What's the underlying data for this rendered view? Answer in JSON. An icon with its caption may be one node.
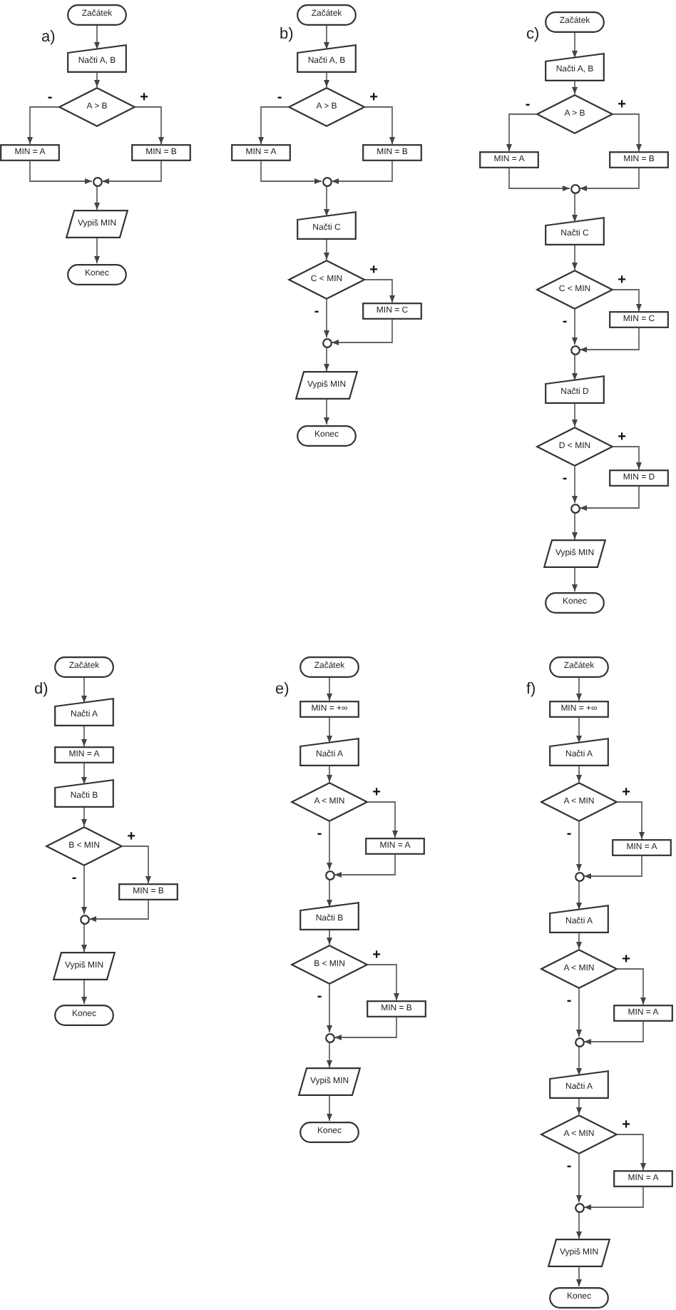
{
  "diagram": {
    "nodes": [
      {
        "text": [
          "Začátek"
        ]
      },
      {
        "text": [
          "Načti A, B"
        ]
      },
      {
        "text": [
          "A > B"
        ]
      },
      {
        "text": [
          "MIN = A"
        ]
      },
      {
        "text": [
          "MIN = B"
        ]
      },
      {
        "text": [],
        "shape": "circle"
      },
      {
        "text": [
          "Vypiš MIN"
        ]
      },
      {
        "text": [
          "Konec"
        ]
      },
      {
        "text": [
          "Začátek"
        ]
      },
      {
        "text": [
          "Načti A, B"
        ]
      },
      {
        "text": [
          "A > B"
        ]
      },
      {
        "text": [
          "MIN = A"
        ]
      },
      {
        "text": [
          "MIN = B"
        ]
      },
      {
        "text": [],
        "shape": "circle"
      },
      {
        "text": [
          "Načti C"
        ]
      },
      {
        "text": [
          "C < MIN"
        ]
      },
      {
        "text": [
          "MIN = C"
        ]
      },
      {
        "text": [],
        "shape": "circle"
      },
      {
        "text": [
          "Vypiš MIN"
        ]
      },
      {
        "text": [
          "Konec"
        ]
      },
      {
        "text": [
          "Začátek"
        ]
      },
      {
        "text": [
          "Načti A, B"
        ]
      },
      {
        "text": [
          "A > B"
        ]
      },
      {
        "text": [
          "MIN = A"
        ]
      },
      {
        "text": [
          "MIN = B"
        ]
      },
      {
        "text": [],
        "shape": "circle"
      },
      {
        "text": [
          "Načti C"
        ]
      },
      {
        "text": [
          "C < MIN"
        ]
      },
      {
        "text": [
          "MIN = C"
        ]
      },
      {
        "text": [],
        "shape": "circle"
      },
      {
        "text": [
          "Načti D"
        ]
      },
      {
        "text": [
          "D < MIN"
        ]
      },
      {
        "text": [
          "MIN = D"
        ]
      },
      {
        "text": [],
        "shape": "circle"
      },
      {
        "text": [
          "Vypiš MIN"
        ]
      },
      {
        "text": [
          "Konec"
        ]
      },
      {
        "text": [
          "Začátek"
        ]
      },
      {
        "text": [
          "Načti A"
        ]
      },
      {
        "text": [
          "MIN = A"
        ]
      },
      {
        "text": [
          "Načti B"
        ]
      },
      {
        "text": [
          "B < MIN"
        ]
      },
      {
        "text": [
          "MIN = B"
        ]
      },
      {
        "text": [],
        "shape": "circle"
      },
      {
        "text": [
          "Vypiš MIN"
        ]
      },
      {
        "text": [
          "Konec"
        ]
      },
      {
        "text": [
          "Začátek"
        ]
      },
      {
        "text": [
          "MIN = +∞"
        ]
      },
      {
        "text": [
          "Načti A"
        ]
      },
      {
        "text": [
          "A < MIN"
        ]
      },
      {
        "text": [
          "MIN = A"
        ]
      },
      {
        "text": [],
        "shape": "circle"
      },
      {
        "text": [
          "Načti B"
        ]
      },
      {
        "text": [
          "B < MIN"
        ]
      },
      {
        "text": [
          "MIN = B"
        ]
      },
      {
        "text": [],
        "shape": "circle"
      },
      {
        "text": [
          "Vypiš MIN"
        ]
      },
      {
        "text": [
          "Konec"
        ]
      },
      {
        "text": [
          "Začátek"
        ]
      },
      {
        "text": [
          "MIN = +∞"
        ]
      },
      {
        "text": [
          "Načti A"
        ]
      },
      {
        "text": [
          "A < MIN"
        ]
      },
      {
        "text": [
          "MIN = A"
        ]
      },
      {
        "text": [],
        "shape": "circle"
      },
      {
        "text": [
          "Načti A"
        ]
      },
      {
        "text": [
          "A < MIN"
        ]
      },
      {
        "text": [
          "MIN = A"
        ]
      },
      {
        "text": [],
        "shape": "circle"
      },
      {
        "text": [
          "Načti A"
        ]
      },
      {
        "text": [
          "A < MIN"
        ]
      },
      {
        "text": [
          "MIN = A"
        ]
      },
      {
        "text": [],
        "shape": "circle"
      },
      {
        "text": [
          "Vypiš MIN"
        ]
      },
      {
        "text": [
          "Konec"
        ]
      }
    ],
    "edges": [
      {
        "from": 0,
        "to": 1,
        "arrow": "to"
      },
      {
        "from": 1,
        "to": 2,
        "arrow": "to"
      },
      {
        "from": 2,
        "to": 3,
        "arrow": "to",
        "label": "-"
      },
      {
        "from": 2,
        "to": 4,
        "arrow": "to",
        "label": "+"
      },
      {
        "from": 3,
        "to": 5,
        "arrow": "to"
      },
      {
        "from": 4,
        "to": 5,
        "arrow": "to"
      },
      {
        "from": 5,
        "to": 6,
        "arrow": "to"
      },
      {
        "from": 6,
        "to": 7,
        "arrow": "to"
      },
      {
        "from": 8,
        "to": 9,
        "arrow": "to"
      },
      {
        "from": 9,
        "to": 10,
        "arrow": "to"
      },
      {
        "from": 10,
        "to": 11,
        "arrow": "to",
        "label": "-"
      },
      {
        "from": 10,
        "to": 12,
        "arrow": "to",
        "label": "+"
      },
      {
        "from": 11,
        "to": 13,
        "arrow": "to"
      },
      {
        "from": 12,
        "to": 13,
        "arrow": "to"
      },
      {
        "from": 13,
        "to": 14,
        "arrow": "to"
      },
      {
        "from": 14,
        "to": 15,
        "arrow": "to"
      },
      {
        "from": 15,
        "to": 16,
        "arrow": "to",
        "label": "+"
      },
      {
        "from": 15,
        "to": 17,
        "arrow": "to",
        "label": "-"
      },
      {
        "from": 16,
        "to": 17,
        "arrow": "to"
      },
      {
        "from": 17,
        "to": 18,
        "arrow": "to"
      },
      {
        "from": 18,
        "to": 19,
        "arrow": "to"
      },
      {
        "from": 20,
        "to": 21,
        "arrow": "to"
      },
      {
        "from": 21,
        "to": 22,
        "arrow": "to"
      },
      {
        "from": 22,
        "to": 23,
        "arrow": "to",
        "label": "-"
      },
      {
        "from": 22,
        "to": 24,
        "arrow": "to",
        "label": "+"
      },
      {
        "from": 23,
        "to": 25,
        "arrow": "to"
      },
      {
        "from": 24,
        "to": 25,
        "arrow": "to"
      },
      {
        "from": 25,
        "to": 26,
        "arrow": "to"
      },
      {
        "from": 26,
        "to": 27,
        "arrow": "to"
      },
      {
        "from": 27,
        "to": 28,
        "arrow": "to",
        "label": "+"
      },
      {
        "from": 27,
        "to": 29,
        "arrow": "to",
        "label": "-"
      },
      {
        "from": 28,
        "to": 29,
        "arrow": "to"
      },
      {
        "from": 29,
        "to": 30,
        "arrow": "to"
      },
      {
        "from": 30,
        "to": 31,
        "arrow": "to"
      },
      {
        "from": 31,
        "to": 32,
        "arrow": "to",
        "label": "+"
      },
      {
        "from": 31,
        "to": 33,
        "arrow": "to",
        "label": "-"
      },
      {
        "from": 32,
        "to": 33,
        "arrow": "to"
      },
      {
        "from": 33,
        "to": 34,
        "arrow": "to"
      },
      {
        "from": 34,
        "to": 35,
        "arrow": "to"
      },
      {
        "from": 36,
        "to": 37,
        "arrow": "to"
      },
      {
        "from": 37,
        "to": 38,
        "arrow": "to"
      },
      {
        "from": 38,
        "to": 39,
        "arrow": "to"
      },
      {
        "from": 39,
        "to": 40,
        "arrow": "to"
      },
      {
        "from": 40,
        "to": 41,
        "arrow": "to",
        "label": "+"
      },
      {
        "from": 40,
        "to": 42,
        "arrow": "to",
        "label": "-"
      },
      {
        "from": 41,
        "to": 42,
        "arrow": "to"
      },
      {
        "from": 42,
        "to": 43,
        "arrow": "to"
      },
      {
        "from": 43,
        "to": 44,
        "arrow": "to"
      },
      {
        "from": 45,
        "to": 46,
        "arrow": "to"
      },
      {
        "from": 46,
        "to": 47,
        "arrow": "to"
      },
      {
        "from": 47,
        "to": 48,
        "arrow": "to"
      },
      {
        "from": 48,
        "to": 49,
        "arrow": "to",
        "label": "+"
      },
      {
        "from": 48,
        "to": 50,
        "arrow": "to",
        "label": "-"
      },
      {
        "from": 49,
        "to": 50,
        "arrow": "to"
      },
      {
        "from": 50,
        "to": 51,
        "arrow": "to"
      },
      {
        "from": 51,
        "to": 52,
        "arrow": "to"
      },
      {
        "from": 52,
        "to": 53,
        "arrow": "to",
        "label": "+"
      },
      {
        "from": 52,
        "to": 54,
        "arrow": "to",
        "label": "-"
      },
      {
        "from": 53,
        "to": 54,
        "arrow": "to"
      },
      {
        "from": 54,
        "to": 55,
        "arrow": "to"
      },
      {
        "from": 55,
        "to": 56,
        "arrow": "to"
      },
      {
        "from": 57,
        "to": 58,
        "arrow": "to"
      },
      {
        "from": 58,
        "to": 59,
        "arrow": "to"
      },
      {
        "from": 59,
        "to": 60,
        "arrow": "to"
      },
      {
        "from": 60,
        "to": 61,
        "arrow": "to",
        "label": "+"
      },
      {
        "from": 60,
        "to": 62,
        "arrow": "to",
        "label": "-"
      },
      {
        "from": 61,
        "to": 62,
        "arrow": "to"
      },
      {
        "from": 62,
        "to": 63,
        "arrow": "to"
      },
      {
        "from": 63,
        "to": 64,
        "arrow": "to"
      },
      {
        "from": 64,
        "to": 65,
        "arrow": "to",
        "label": "+"
      },
      {
        "from": 64,
        "to": 66,
        "arrow": "to",
        "label": "-"
      },
      {
        "from": 65,
        "to": 66,
        "arrow": "to"
      },
      {
        "from": 66,
        "to": 67,
        "arrow": "to"
      },
      {
        "from": 67,
        "to": 68,
        "arrow": "to"
      },
      {
        "from": 68,
        "to": 69,
        "arrow": "to",
        "label": "+"
      },
      {
        "from": 68,
        "to": 70,
        "arrow": "to",
        "label": "-"
      },
      {
        "from": 69,
        "to": 70,
        "arrow": "to"
      },
      {
        "from": 70,
        "to": 71,
        "arrow": "to"
      },
      {
        "from": 71,
        "to": 72,
        "arrow": "to"
      }
    ],
    "labels": [
      "a)",
      "b)",
      "c)",
      "d)",
      "e)",
      "f)"
    ]
  }
}
